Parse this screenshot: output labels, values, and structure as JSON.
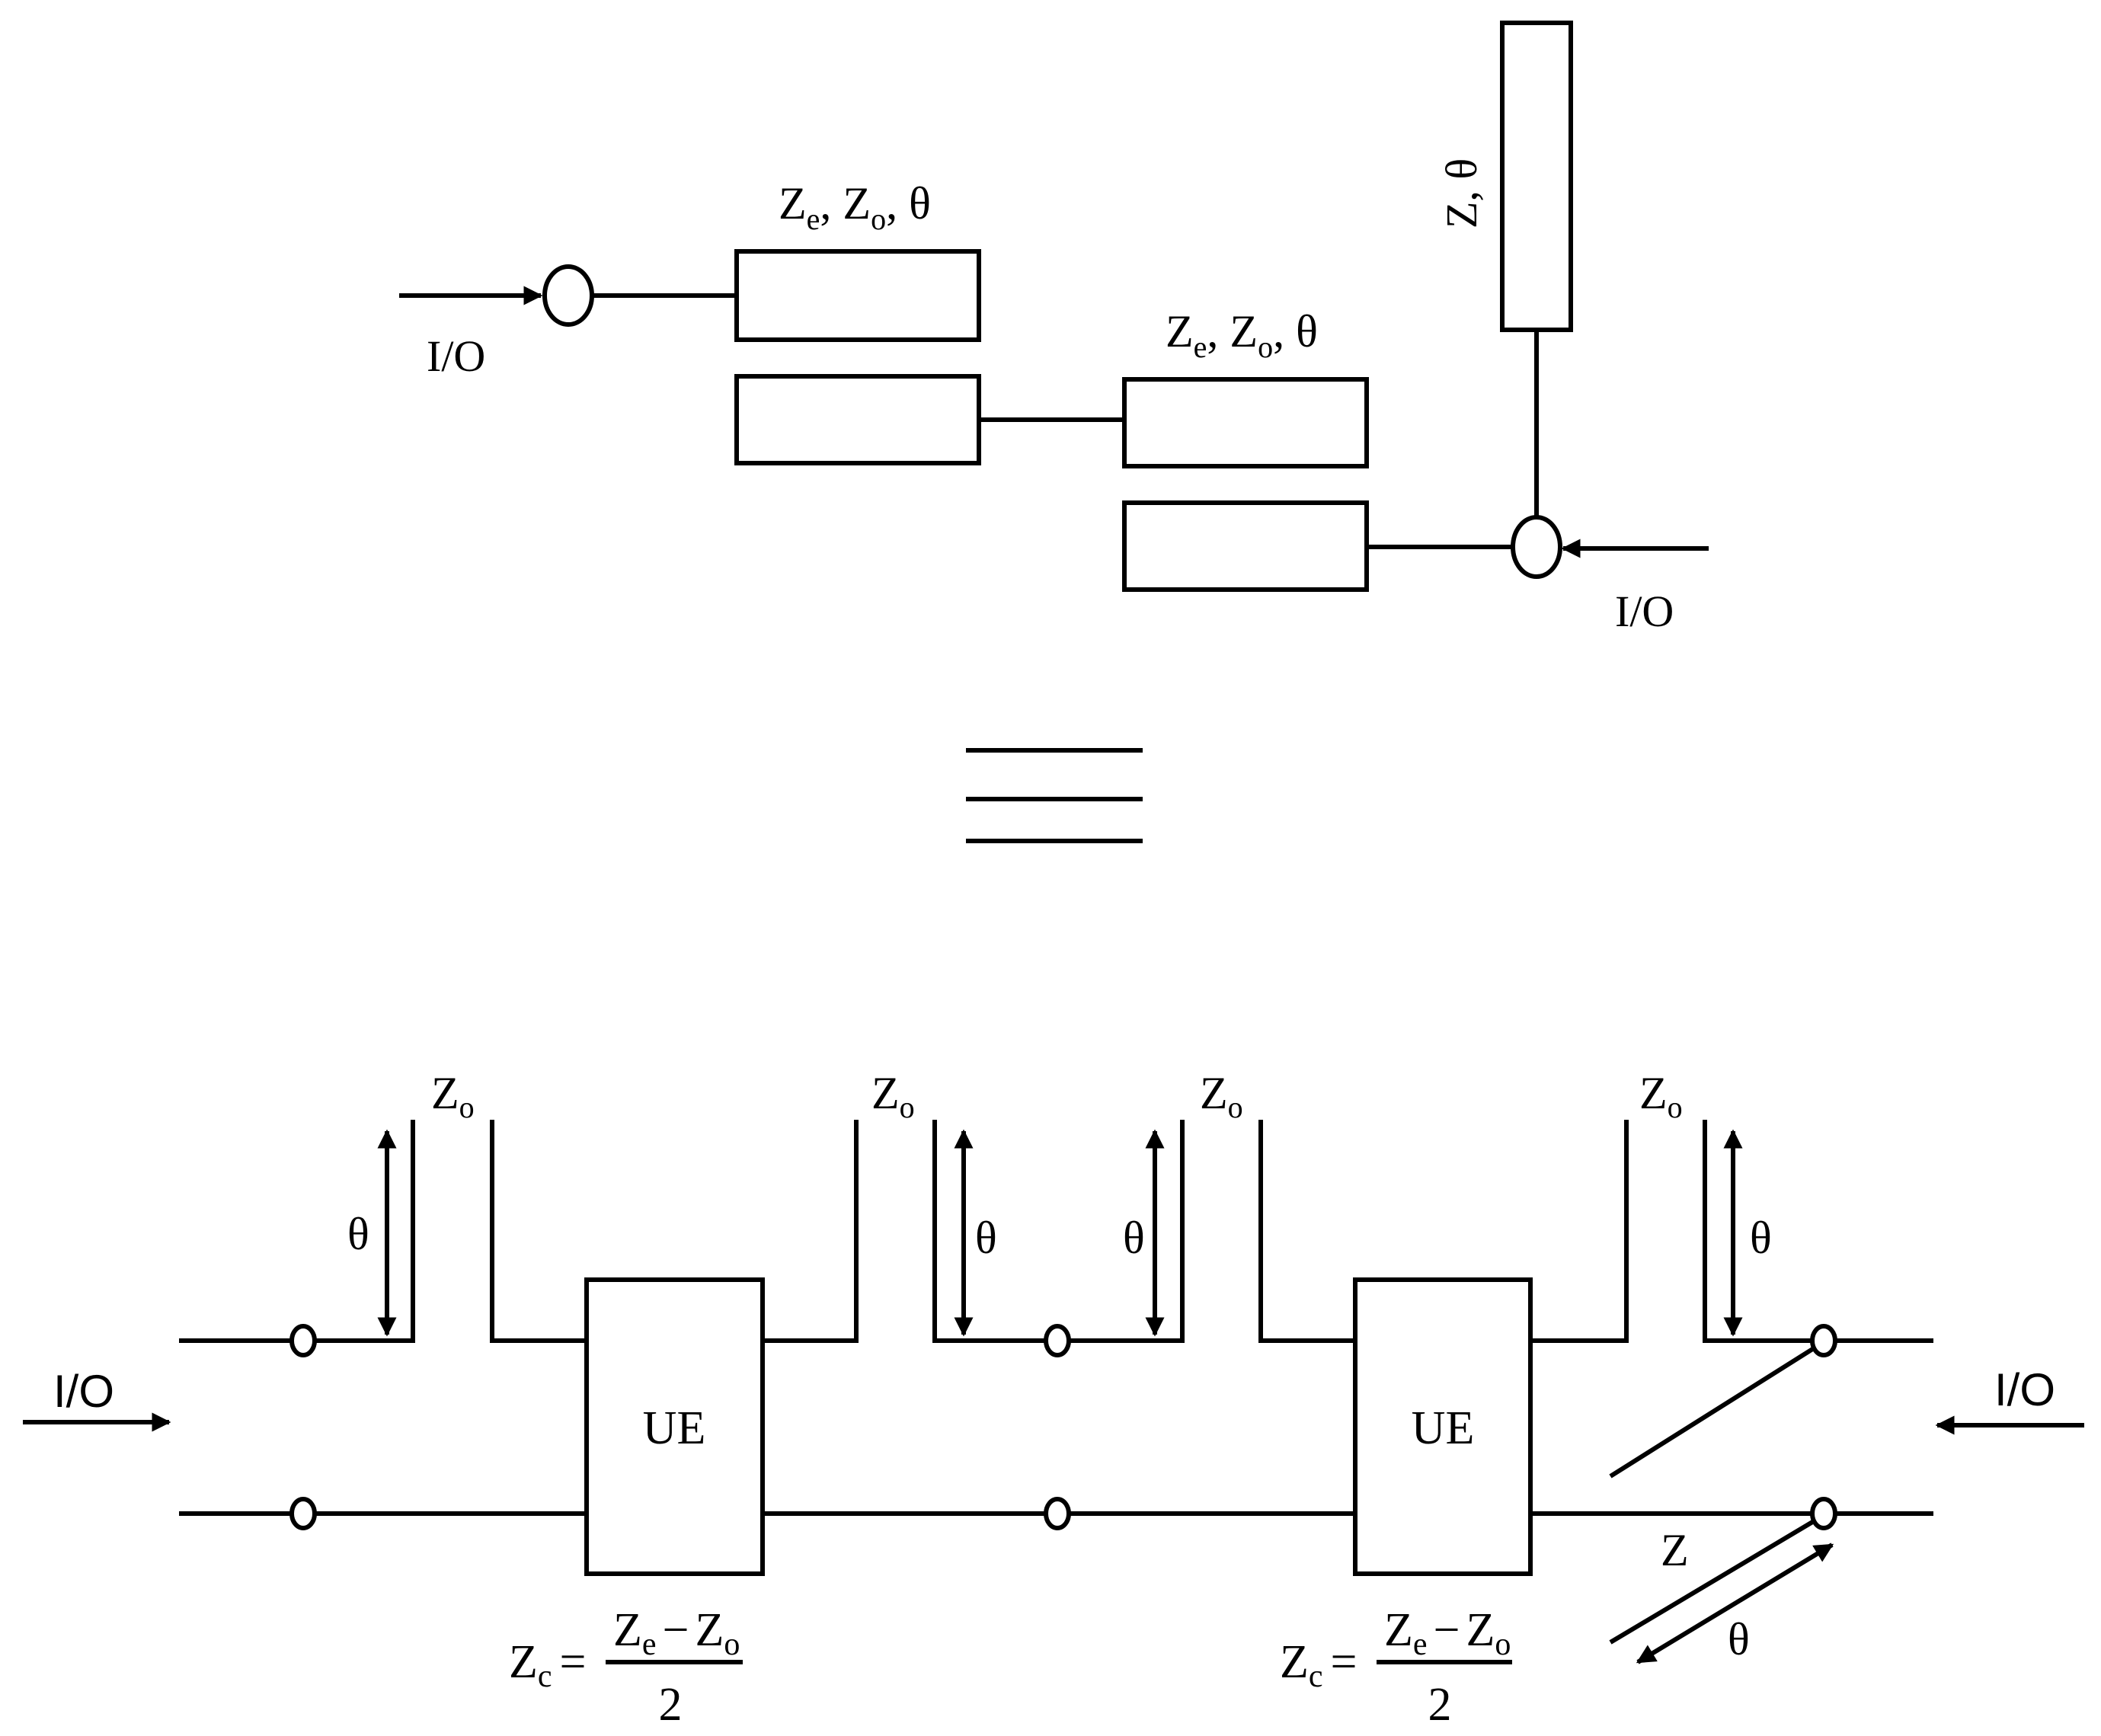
{
  "top": {
    "io_left": "I/O",
    "io_right": "I/O",
    "stub_label": "Z, θ",
    "coupled1": {
      "base": "Z",
      "sub1": "e",
      "mid": ", Z",
      "sub2": "o",
      "tail": ", θ"
    },
    "coupled2": {
      "base": "Z",
      "sub1": "e",
      "mid": ", Z",
      "sub2": "o",
      "tail": ", θ"
    }
  },
  "equivalence_symbol": "≡",
  "bottom": {
    "io_left": "I/O",
    "io_right": "I/O",
    "stub_labels": [
      {
        "base": "Z",
        "sub": "o"
      },
      {
        "base": "Z",
        "sub": "o"
      },
      {
        "base": "Z",
        "sub": "o"
      },
      {
        "base": "Z",
        "sub": "o"
      }
    ],
    "theta_labels": [
      "θ",
      "θ",
      "θ",
      "θ"
    ],
    "ue_labels": [
      "UE",
      "UE"
    ],
    "line_z": "Z",
    "line_theta": "θ",
    "formula": {
      "lhs_base": "Z",
      "lhs_sub": "c",
      "eq": "=",
      "num_base1": "Z",
      "num_sub1": "e",
      "num_minus": "−",
      "num_base2": "Z",
      "num_sub2": "o",
      "den": "2"
    }
  }
}
